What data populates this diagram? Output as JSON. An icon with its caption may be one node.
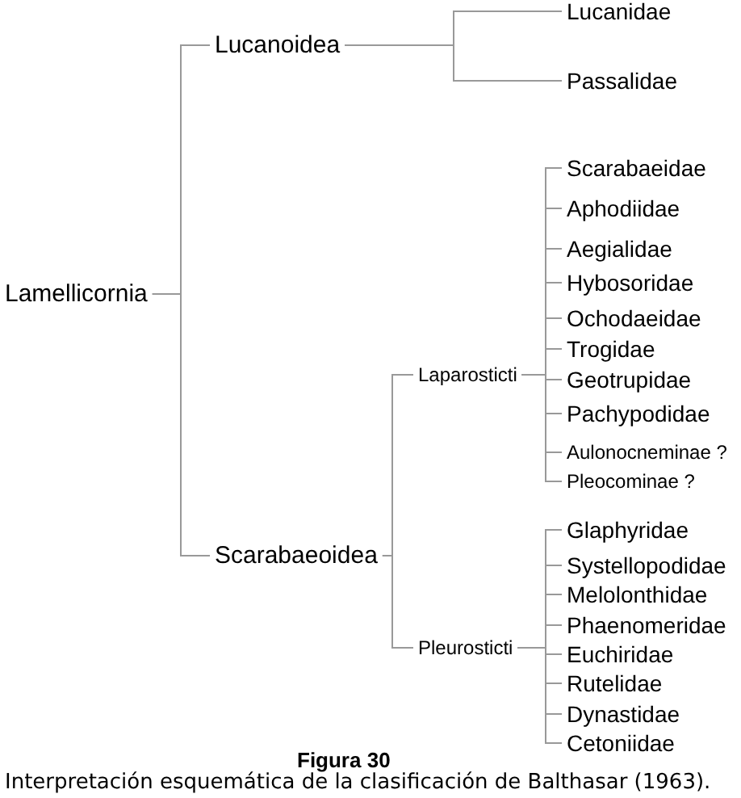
{
  "diagram": {
    "title": "Figura 30",
    "caption": "Interpretación esquemática de la clasificación de Balthasar (1963).",
    "nodes": [
      {
        "text": [
          "Lamellicornia"
        ]
      },
      {
        "text": [
          "Lucanoidea"
        ]
      },
      {
        "text": [
          "Lucanidae"
        ]
      },
      {
        "text": [
          "Passalidae"
        ]
      },
      {
        "text": [
          "Scarabaeoidea"
        ]
      },
      {
        "text": [
          "Laparosticti"
        ]
      },
      {
        "text": [
          "Scarabaeidae"
        ]
      },
      {
        "text": [
          "Aphodiidae"
        ]
      },
      {
        "text": [
          "Aegialidae"
        ]
      },
      {
        "text": [
          "Hybosoridae"
        ]
      },
      {
        "text": [
          "Ochodaeidae"
        ]
      },
      {
        "text": [
          "Trogidae"
        ]
      },
      {
        "text": [
          "Geotrupidae"
        ]
      },
      {
        "text": [
          "Pachypodidae"
        ]
      },
      {
        "text": [
          "Aulonocneminae ?"
        ]
      },
      {
        "text": [
          "Pleocominae ?"
        ]
      },
      {
        "text": [
          "Pleurosticti"
        ]
      },
      {
        "text": [
          "Glaphyridae"
        ]
      },
      {
        "text": [
          "Systellopodidae"
        ]
      },
      {
        "text": [
          "Melolonthidae"
        ]
      },
      {
        "text": [
          "Phaenomeridae"
        ]
      },
      {
        "text": [
          "Euchiridae"
        ]
      },
      {
        "text": [
          "Rutelidae"
        ]
      },
      {
        "text": [
          "Dynastidae"
        ]
      },
      {
        "text": [
          "Cetoniidae"
        ]
      }
    ],
    "edges": [
      {
        "from": 0,
        "to": 1,
        "arrow": "none"
      },
      {
        "from": 0,
        "to": 4,
        "arrow": "none"
      },
      {
        "from": 1,
        "to": 2,
        "arrow": "none"
      },
      {
        "from": 1,
        "to": 3,
        "arrow": "none"
      },
      {
        "from": 4,
        "to": 5,
        "arrow": "none"
      },
      {
        "from": 4,
        "to": 16,
        "arrow": "none"
      },
      {
        "from": 5,
        "to": 6,
        "arrow": "none"
      },
      {
        "from": 5,
        "to": 7,
        "arrow": "none"
      },
      {
        "from": 5,
        "to": 8,
        "arrow": "none"
      },
      {
        "from": 5,
        "to": 9,
        "arrow": "none"
      },
      {
        "from": 5,
        "to": 10,
        "arrow": "none"
      },
      {
        "from": 5,
        "to": 11,
        "arrow": "none"
      },
      {
        "from": 5,
        "to": 12,
        "arrow": "none"
      },
      {
        "from": 5,
        "to": 13,
        "arrow": "none"
      },
      {
        "from": 5,
        "to": 14,
        "arrow": "none"
      },
      {
        "from": 5,
        "to": 15,
        "arrow": "none"
      },
      {
        "from": 16,
        "to": 17,
        "arrow": "none"
      },
      {
        "from": 16,
        "to": 18,
        "arrow": "none"
      },
      {
        "from": 16,
        "to": 19,
        "arrow": "none"
      },
      {
        "from": 16,
        "to": 20,
        "arrow": "none"
      },
      {
        "from": 16,
        "to": 21,
        "arrow": "none"
      },
      {
        "from": 16,
        "to": 22,
        "arrow": "none"
      },
      {
        "from": 16,
        "to": 23,
        "arrow": "none"
      },
      {
        "from": 16,
        "to": 24,
        "arrow": "none"
      }
    ]
  }
}
